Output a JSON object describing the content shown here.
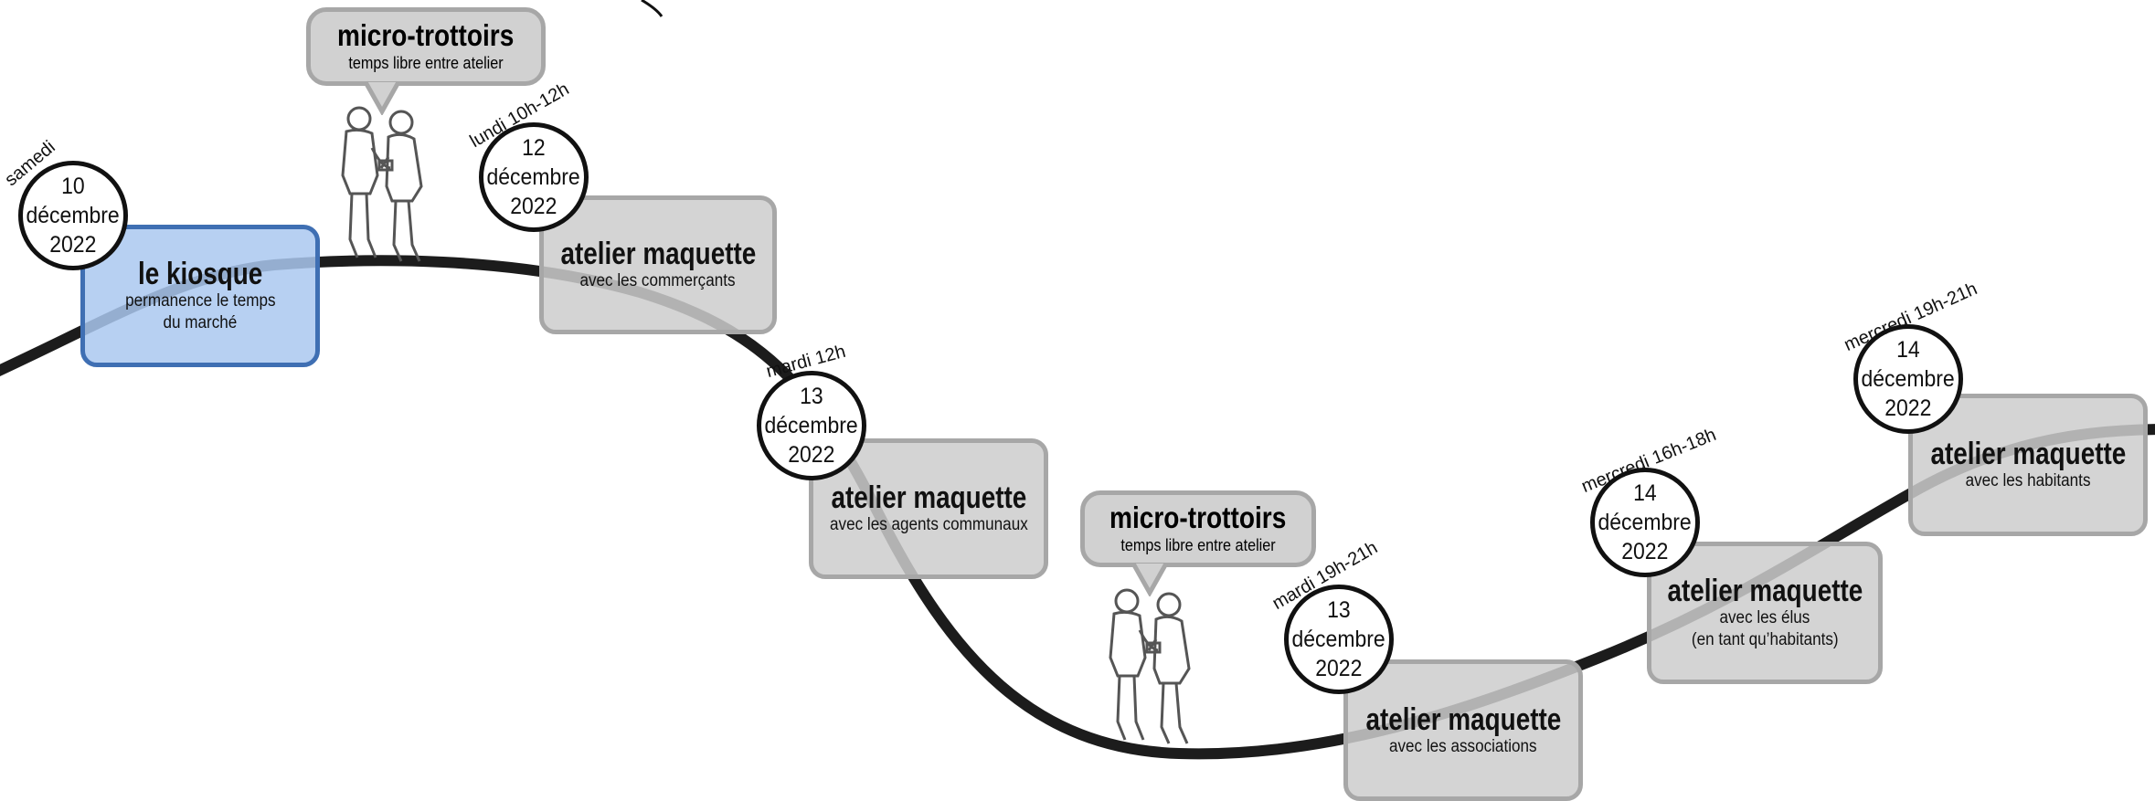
{
  "events": [
    {
      "id": "kiosque",
      "title": "le kiosque",
      "subtitle": [
        "permanence le temps",
        "du marché"
      ],
      "day_label": "samedi",
      "date": [
        "10",
        "décembre",
        "2022"
      ],
      "highlight": true
    },
    {
      "id": "commercants",
      "title": "atelier maquette",
      "subtitle": [
        "avec les commerçants"
      ],
      "day_label": "lundi 10h-12h",
      "date": [
        "12",
        "décembre",
        "2022"
      ]
    },
    {
      "id": "agents",
      "title": "atelier maquette",
      "subtitle": [
        "avec les agents communaux"
      ],
      "day_label": "mardi 12h",
      "date": [
        "13",
        "décembre",
        "2022"
      ]
    },
    {
      "id": "associations",
      "title": "atelier maquette",
      "subtitle": [
        "avec les associations"
      ],
      "day_label": "mardi 19h-21h",
      "date": [
        "13",
        "décembre",
        "2022"
      ]
    },
    {
      "id": "elus",
      "title": "atelier maquette",
      "subtitle": [
        "avec les élus",
        "(en tant qu’habitants)"
      ],
      "day_label": "mercredi 16h-18h",
      "date": [
        "14",
        "décembre",
        "2022"
      ]
    },
    {
      "id": "habitants",
      "title": "atelier maquette",
      "subtitle": [
        "avec les habitants"
      ],
      "day_label": "mercredi 19h-21h",
      "date": [
        "14",
        "décembre",
        "2022"
      ]
    }
  ],
  "micro_trottoirs": [
    {
      "id": "mt1",
      "title": "micro-trottoirs",
      "subtitle": "temps libre entre atelier"
    },
    {
      "id": "mt2",
      "title": "micro-trottoirs",
      "subtitle": "temps libre entre atelier"
    }
  ],
  "colors": {
    "path": "#1c1c1c",
    "card_fill": "#cdcdcd",
    "card_border": "#a7a7a7",
    "highlight_fill": "#aac8f0",
    "highlight_border": "#3f6fb3"
  }
}
